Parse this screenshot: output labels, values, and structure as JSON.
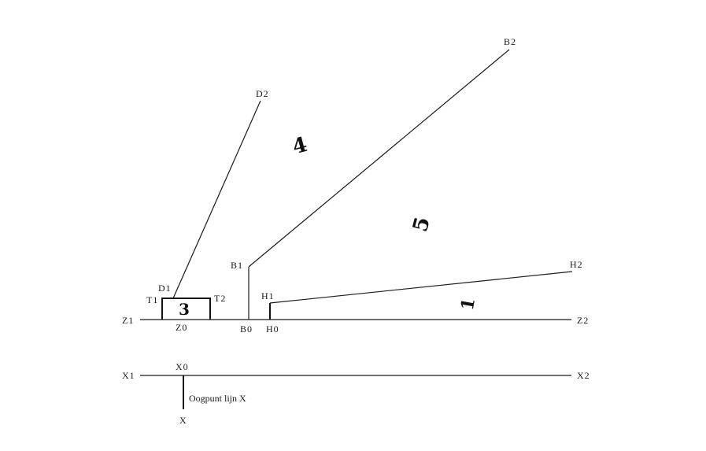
{
  "labels": {
    "Z1": "Z1",
    "Z2": "Z2",
    "Z0": "Z0",
    "B0": "B0",
    "H0": "H0",
    "B1": "B1",
    "B2": "B2",
    "D1": "D1",
    "D2": "D2",
    "T1": "T1",
    "T2": "T2",
    "H1": "H1",
    "H2": "H2",
    "X1": "X1",
    "X2": "X2",
    "X0": "X0",
    "X": "X"
  },
  "caption": "Oogpunt   lijn X",
  "region_numbers": {
    "r1": "1",
    "r3": "3",
    "r4": "4",
    "r5": "5"
  }
}
